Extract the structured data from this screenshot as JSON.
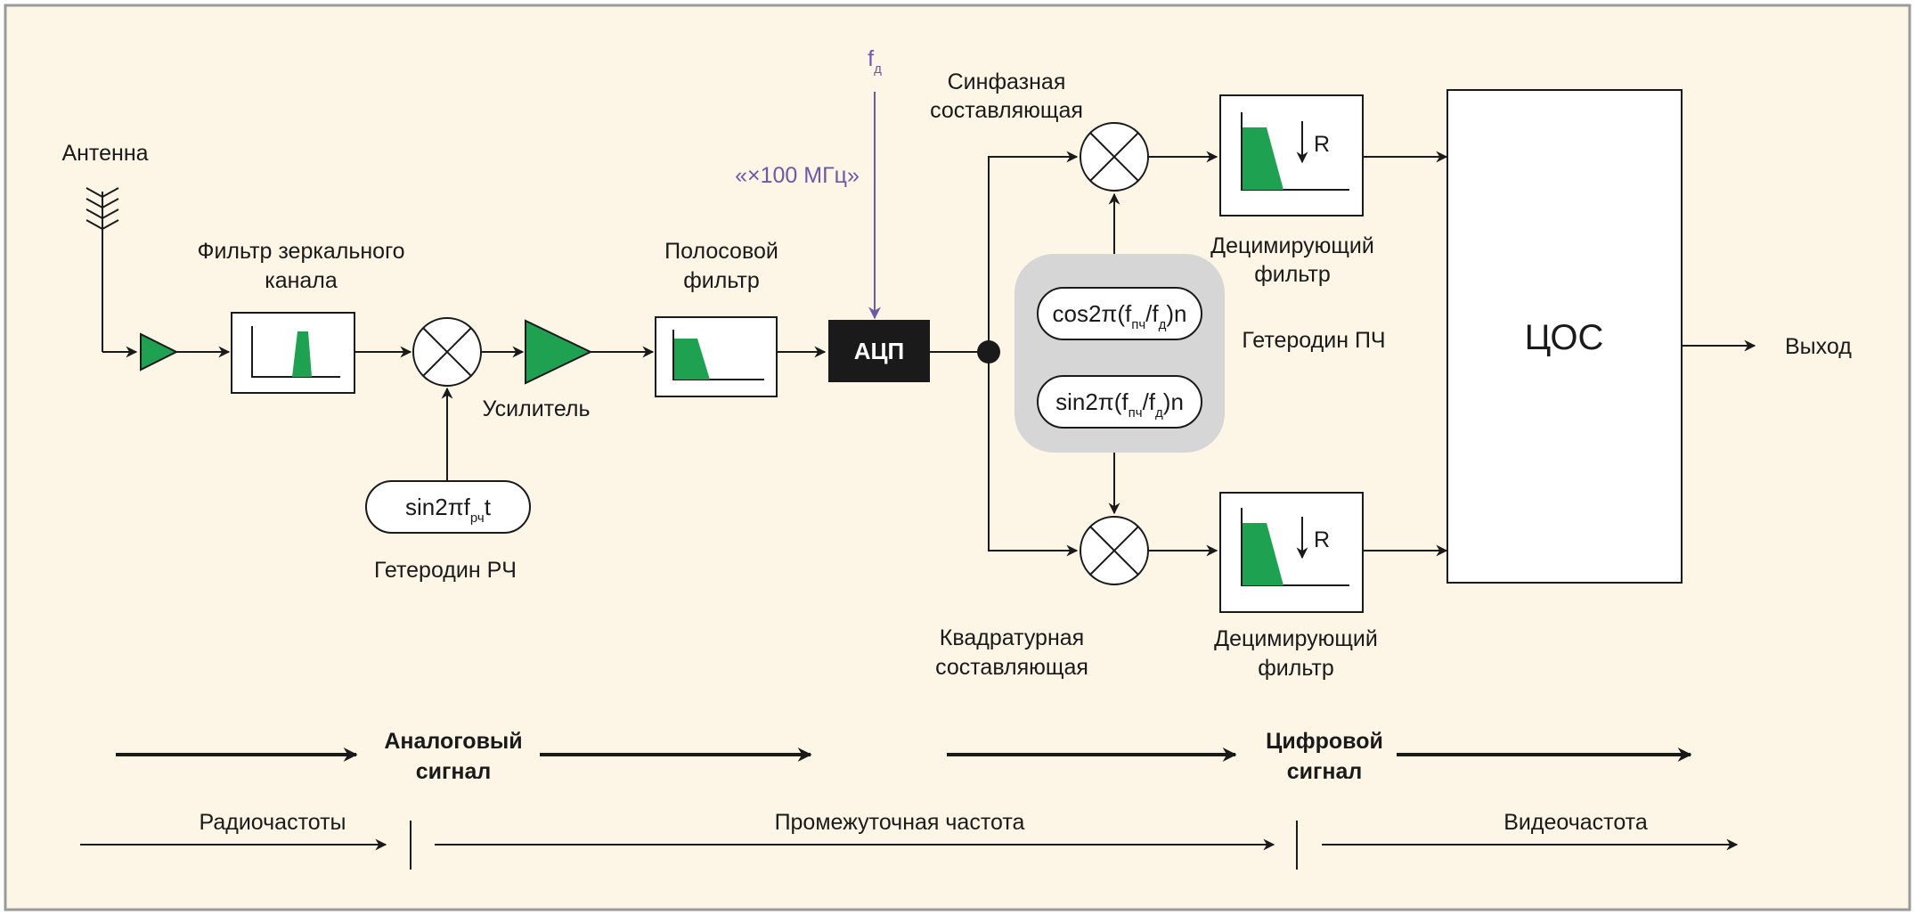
{
  "labels": {
    "antenna": "Антенна",
    "image_filter_1": "Фильтр зеркального",
    "image_filter_2": "канала",
    "amplifier": "Усилитель",
    "rf_lo": "Гетеродин РЧ",
    "rf_lo_formula": {
      "main": "sin2πf",
      "sub": "рч",
      "tail": "t"
    },
    "bandpass_1": "Полосовой",
    "bandpass_2": "фильтр",
    "fs": {
      "main": "f",
      "sub": "д"
    },
    "fs_rate": "«×100 МГц»",
    "adc": "АЦП",
    "inphase_1": "Синфазная",
    "inphase_2": "составляющая",
    "quadrature_1": "Квадратурная",
    "quadrature_2": "составляющая",
    "cos_formula": {
      "a": "cos2π(f",
      "s1": "пч",
      "b": "/f",
      "s2": "д",
      "c": ")n"
    },
    "sin_formula": {
      "a": "sin2π(f",
      "s1": "пч",
      "b": "/f",
      "s2": "д",
      "c": ")n"
    },
    "if_lo": "Гетеродин ПЧ",
    "decim_1": "Децимирующий",
    "decim_2": "фильтр",
    "decim_r": "R",
    "dsp": "ЦОС",
    "output": "Выход",
    "analog_1": "Аналоговый",
    "analog_2": "сигнал",
    "digital_1": "Цифровой",
    "digital_2": "сигнал",
    "rf": "Радиочастоты",
    "if": "Промежуточная частота",
    "video": "Видеочастота"
  },
  "colors": {
    "background": "#fdf5e6",
    "border": "#9a9a9a",
    "green": "#1fa152",
    "purple": "#6a5aa8",
    "gray_panel": "#d6d6d6",
    "black": "#1a1a1a"
  }
}
